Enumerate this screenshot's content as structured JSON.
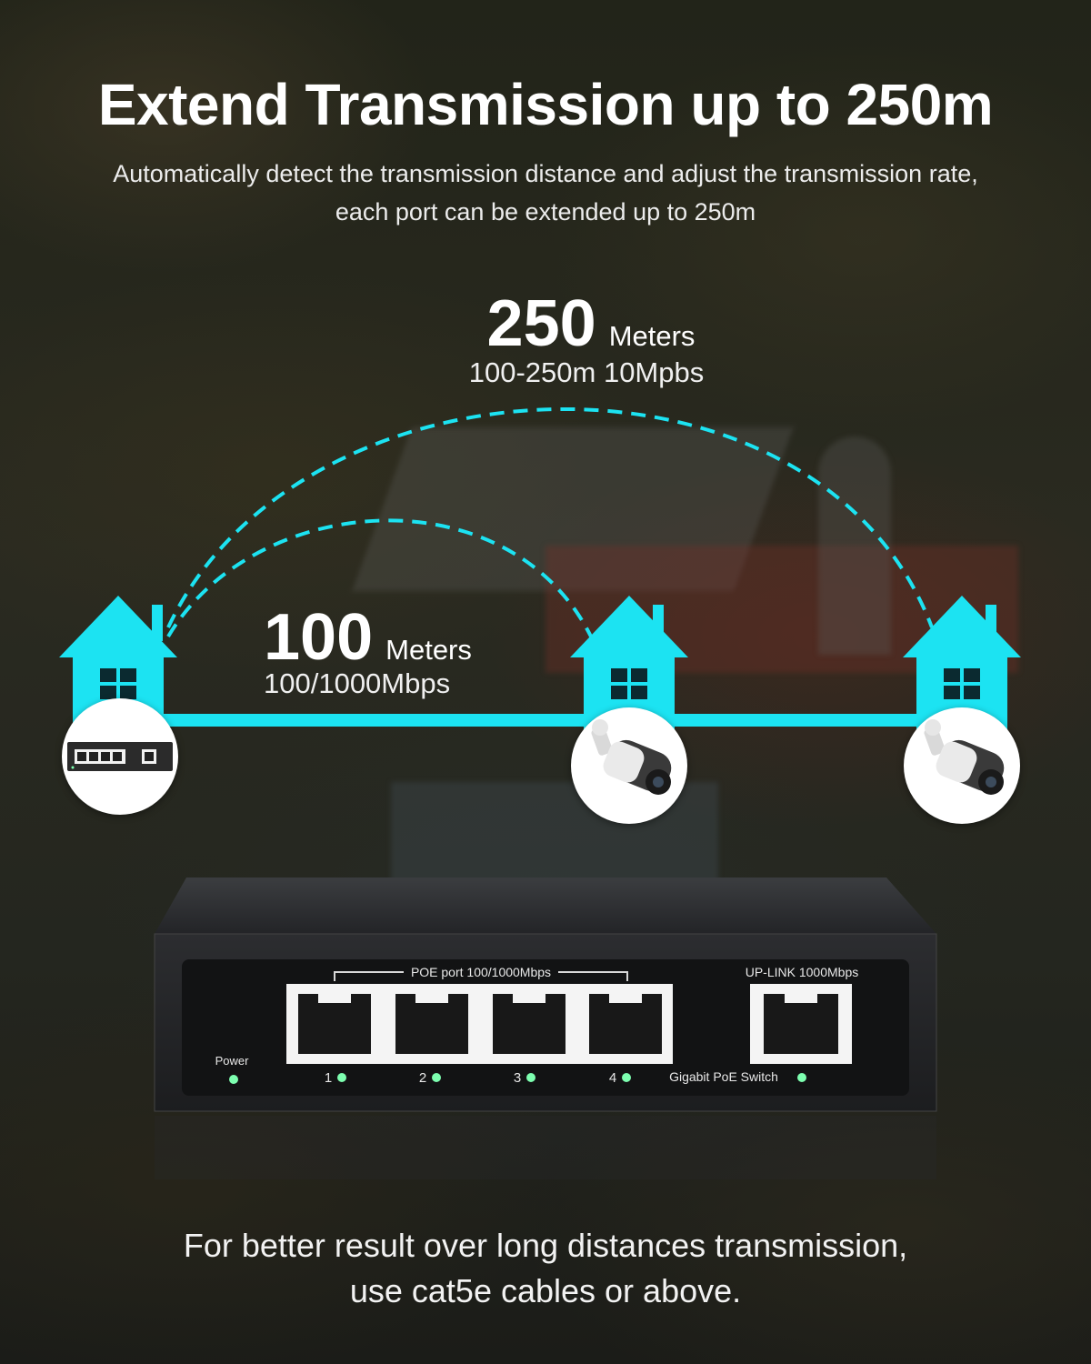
{
  "header": {
    "title": "Extend Transmission up to 250m",
    "subtitle_line1": "Automatically detect the transmission distance and adjust the transmission rate,",
    "subtitle_line2": "each port can be extended up to 250m"
  },
  "long_range": {
    "distance": "250",
    "unit": "Meters",
    "speed": "100-250m 10Mpbs"
  },
  "short_range": {
    "distance": "100",
    "unit": "Meters",
    "speed": "100/1000Mbps"
  },
  "switch_panel": {
    "poe_label": "POE port 100/1000Mbps",
    "uplink_label": "UP-LINK 1000Mbps",
    "power_label": "Power",
    "model_label": "Gigabit PoE Switch",
    "ports": [
      "1",
      "2",
      "3",
      "4"
    ]
  },
  "footer": {
    "line1": "For better result over long distances transmission,",
    "line2": "use cat5e cables or above."
  },
  "colors": {
    "accent": "#1ce3f2",
    "led": "#7dffb0"
  },
  "icons": [
    "house-icon",
    "switch-icon",
    "camera-icon"
  ]
}
